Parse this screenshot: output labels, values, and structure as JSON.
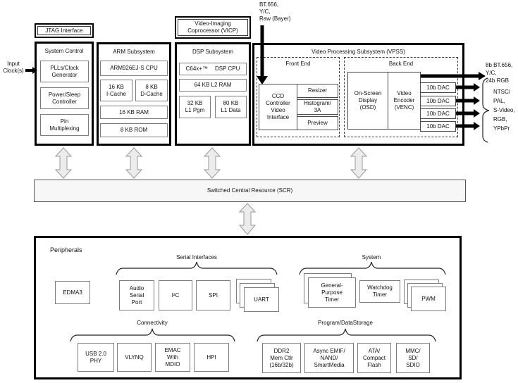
{
  "colors": {
    "thick_border": "#000000",
    "inner_border": "#7d7d7d",
    "arrow_fill": "#ececec",
    "arrow_stroke": "#9a9a9a",
    "scr_fill": "#f7f7f7",
    "background": "#ffffff"
  },
  "external": {
    "video_in": "BT.656,\nY/C,\nRaw (Bayer)",
    "input_clocks": "Input\nClock(s)",
    "digital_out": "8b BT.656,\nY/C,\n24b RGB",
    "analog_out": "NTSC/\nPAL,\nS-Video,\nRGB,\nYPbPr"
  },
  "jtag": {
    "title": "JTAG Interface"
  },
  "system_control": {
    "title": "System Control",
    "blocks": [
      "PLLs/Clock\nGenerator",
      "Power/Sleep\nController",
      "Pin\nMultiplexing"
    ]
  },
  "arm": {
    "title": "ARM Subsystem",
    "cpu": "ARM926EJ-S CPU",
    "icache": "16 KB\nI-Cache",
    "dcache": "8 KB\nD-Cache",
    "ram": "16 KB RAM",
    "rom": "8 KB ROM"
  },
  "vicp": {
    "title": "Video-Imaging\nCoprocessor (VICP)"
  },
  "dsp": {
    "title": "DSP Subsystem",
    "cpu_name": "C64x+™",
    "cpu_type": "DSP CPU",
    "l2": "64 KB L2 RAM",
    "l1p": "32 KB\nL1 Pgm",
    "l1d": "80 KB\nL1 Data"
  },
  "vpss": {
    "title": "Video Processing Subsystem (VPSS)",
    "front_end": {
      "title": "Front End",
      "ccd": "CCD\nController\nVideo\nInterface",
      "resizer": "Resizer",
      "histogram": "Histogram/\n3A",
      "preview": "Preview"
    },
    "back_end": {
      "title": "Back End",
      "osd": "On-Screen\nDisplay\n(OSD)",
      "venc": "Video\nEncoder\n(VENC)",
      "dacs": [
        "10b DAC",
        "10b DAC",
        "10b DAC",
        "10b DAC"
      ]
    }
  },
  "scr": {
    "title": "Switched Central Resource (SCR)"
  },
  "peripherals": {
    "title": "Peripherals",
    "edma": "EDMA3",
    "groups": [
      {
        "name": "Serial Interfaces",
        "items": [
          "Audio\nSerial\nPort",
          "I²C",
          "SPI",
          "UART"
        ]
      },
      {
        "name": "System",
        "items": [
          "General-\nPurpose\nTimer",
          "Watchdog\nTimer",
          "PWM"
        ]
      },
      {
        "name": "Connectivity",
        "items": [
          "USB 2.0\nPHY",
          "VLYNQ",
          "EMAC\nWith\nMDIO",
          "HPI"
        ]
      },
      {
        "name": "Program/DataStorage",
        "items": [
          "DDR2\nMem Ctlr\n(16b/32b)",
          "Async EMIF/\nNAND/\nSmartMedia",
          "ATA/\nCompact\nFlash",
          "MMC/\nSD/\nSDIO"
        ]
      }
    ]
  }
}
